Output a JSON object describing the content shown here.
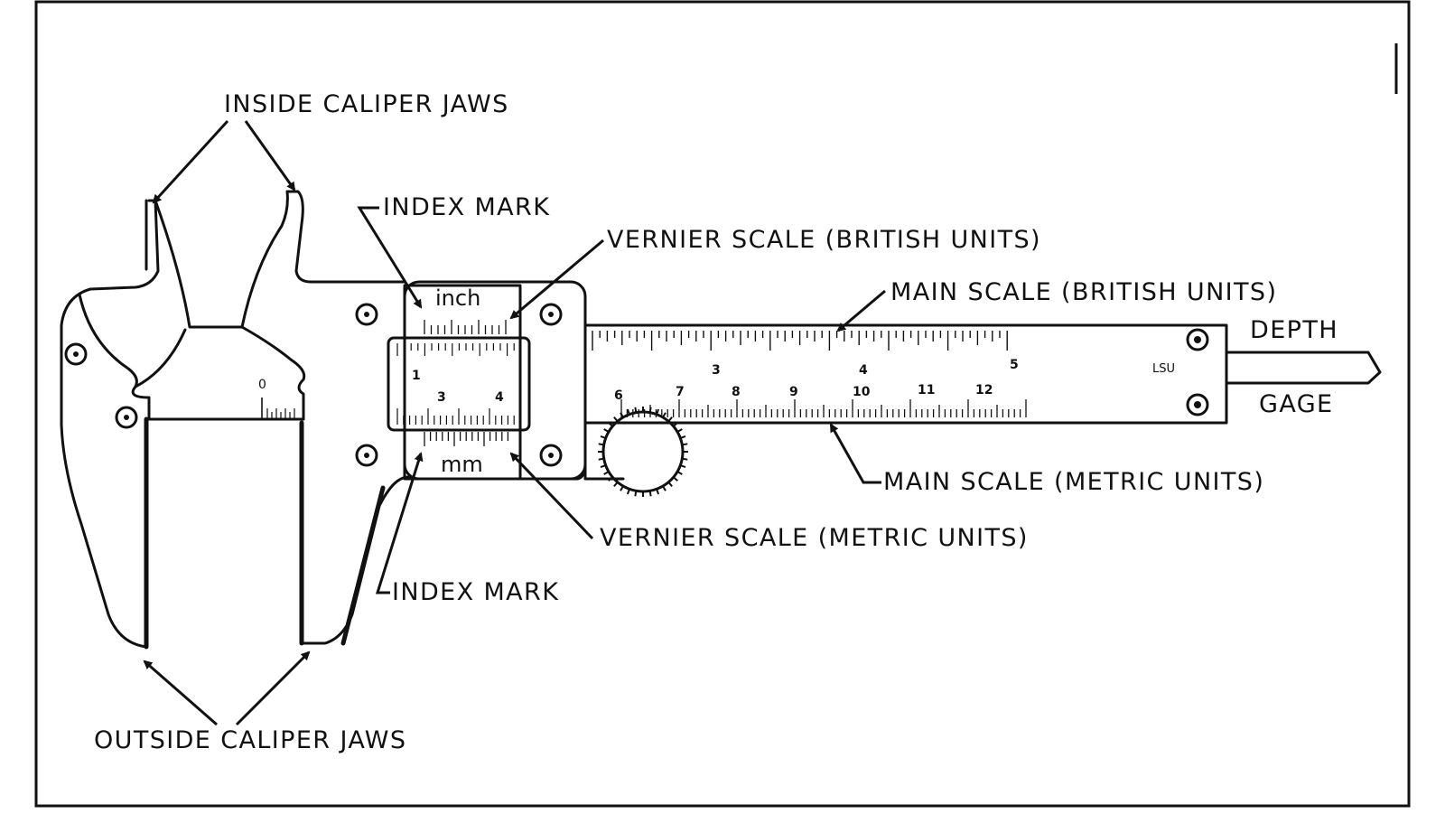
{
  "labels": {
    "inside_caliper_jaws": "INSIDE CALIPER JAWS",
    "index_mark_top": "INDEX MARK",
    "vernier_scale_british": "VERNIER SCALE (BRITISH UNITS)",
    "main_scale_british": "MAIN SCALE (BRITISH UNITS)",
    "depth": "DEPTH",
    "gage": "GAGE",
    "main_scale_metric": "MAIN SCALE (METRIC UNITS)",
    "vernier_scale_metric": "VERNIER SCALE (METRIC UNITS)",
    "index_mark_bottom": "INDEX MARK",
    "outside_caliper_jaws": "OUTSIDE CALIPER JAWS"
  },
  "vernier": {
    "inch_unit": "inch",
    "mm_unit": "mm",
    "numbers": [
      "1",
      "3",
      "4"
    ]
  },
  "jaw_zero": "0",
  "main_scale": {
    "inch_numbers": [
      "3",
      "4",
      "5"
    ],
    "cm_numbers": [
      "6",
      "7",
      "8",
      "9",
      "10",
      "11",
      "12"
    ],
    "maker_mark": "LSU"
  }
}
